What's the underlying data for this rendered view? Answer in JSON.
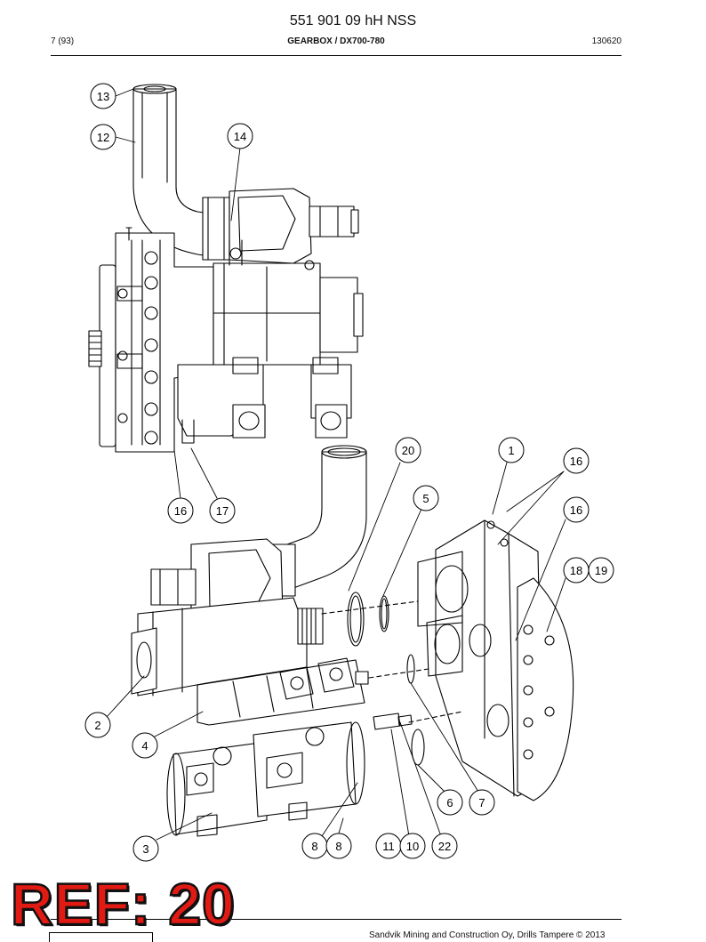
{
  "header": {
    "doc_number": "551 901 09 hH NSS",
    "page": "7 (93)",
    "section": "GEARBOX / DX700-780",
    "date_code": "130620"
  },
  "callouts": [
    "13",
    "12",
    "14",
    "16",
    "17",
    "20",
    "1",
    "16",
    "5",
    "16",
    "18",
    "19",
    "2",
    "4",
    "3",
    "6",
    "7",
    "8",
    "8",
    "11",
    "10",
    "22"
  ],
  "footer": {
    "copyright": "Sandvik Mining and Construction Oy, Drills Tampere © 2013"
  },
  "stamp": {
    "text": "REF: 20"
  }
}
